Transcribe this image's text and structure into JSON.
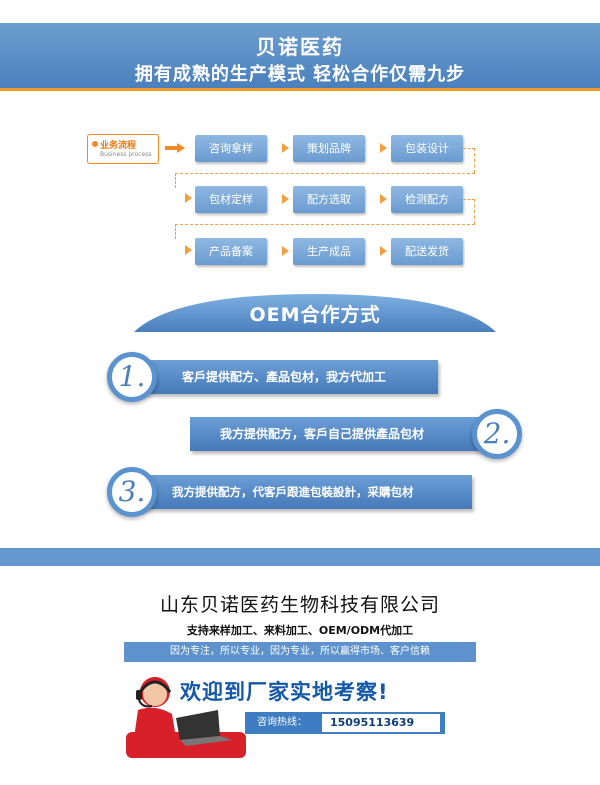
{
  "header": {
    "title": "贝诺医药",
    "subtitle": "拥有成熟的生产模式 轻松合作仅需九步"
  },
  "process": {
    "tag_cn": "业务流程",
    "tag_en": "Business process",
    "steps": [
      "咨询拿样",
      "策划品牌",
      "包装设计",
      "包材定样",
      "配方选取",
      "检测配方",
      "产品备案",
      "生产成品",
      "配送发货"
    ]
  },
  "oem": {
    "title": "OEM合作方式",
    "options": [
      {
        "num": "1.",
        "text": "客戶提供配方、產品包材，我方代加工"
      },
      {
        "num": "2.",
        "text": "我方提供配方，客戶自己提供產品包材"
      },
      {
        "num": "3.",
        "text": "我方提供配方，代客戶跟進包裝設計，采購包材"
      }
    ]
  },
  "footer": {
    "company": "山东贝诺医药生物科技有限公司",
    "support": "支持来样加工、来料加工、OEM/ODM代加工",
    "slogan": "因为专注，所以专业，因为专业，所以赢得市场、客户信赖",
    "welcome": "欢迎到厂家实地考察!",
    "hotline_label": "咨询热线：",
    "hotline_number": "15095113639"
  },
  "colors": {
    "accent_orange": "#f08a24",
    "brand_blue": "#4a80bc"
  }
}
